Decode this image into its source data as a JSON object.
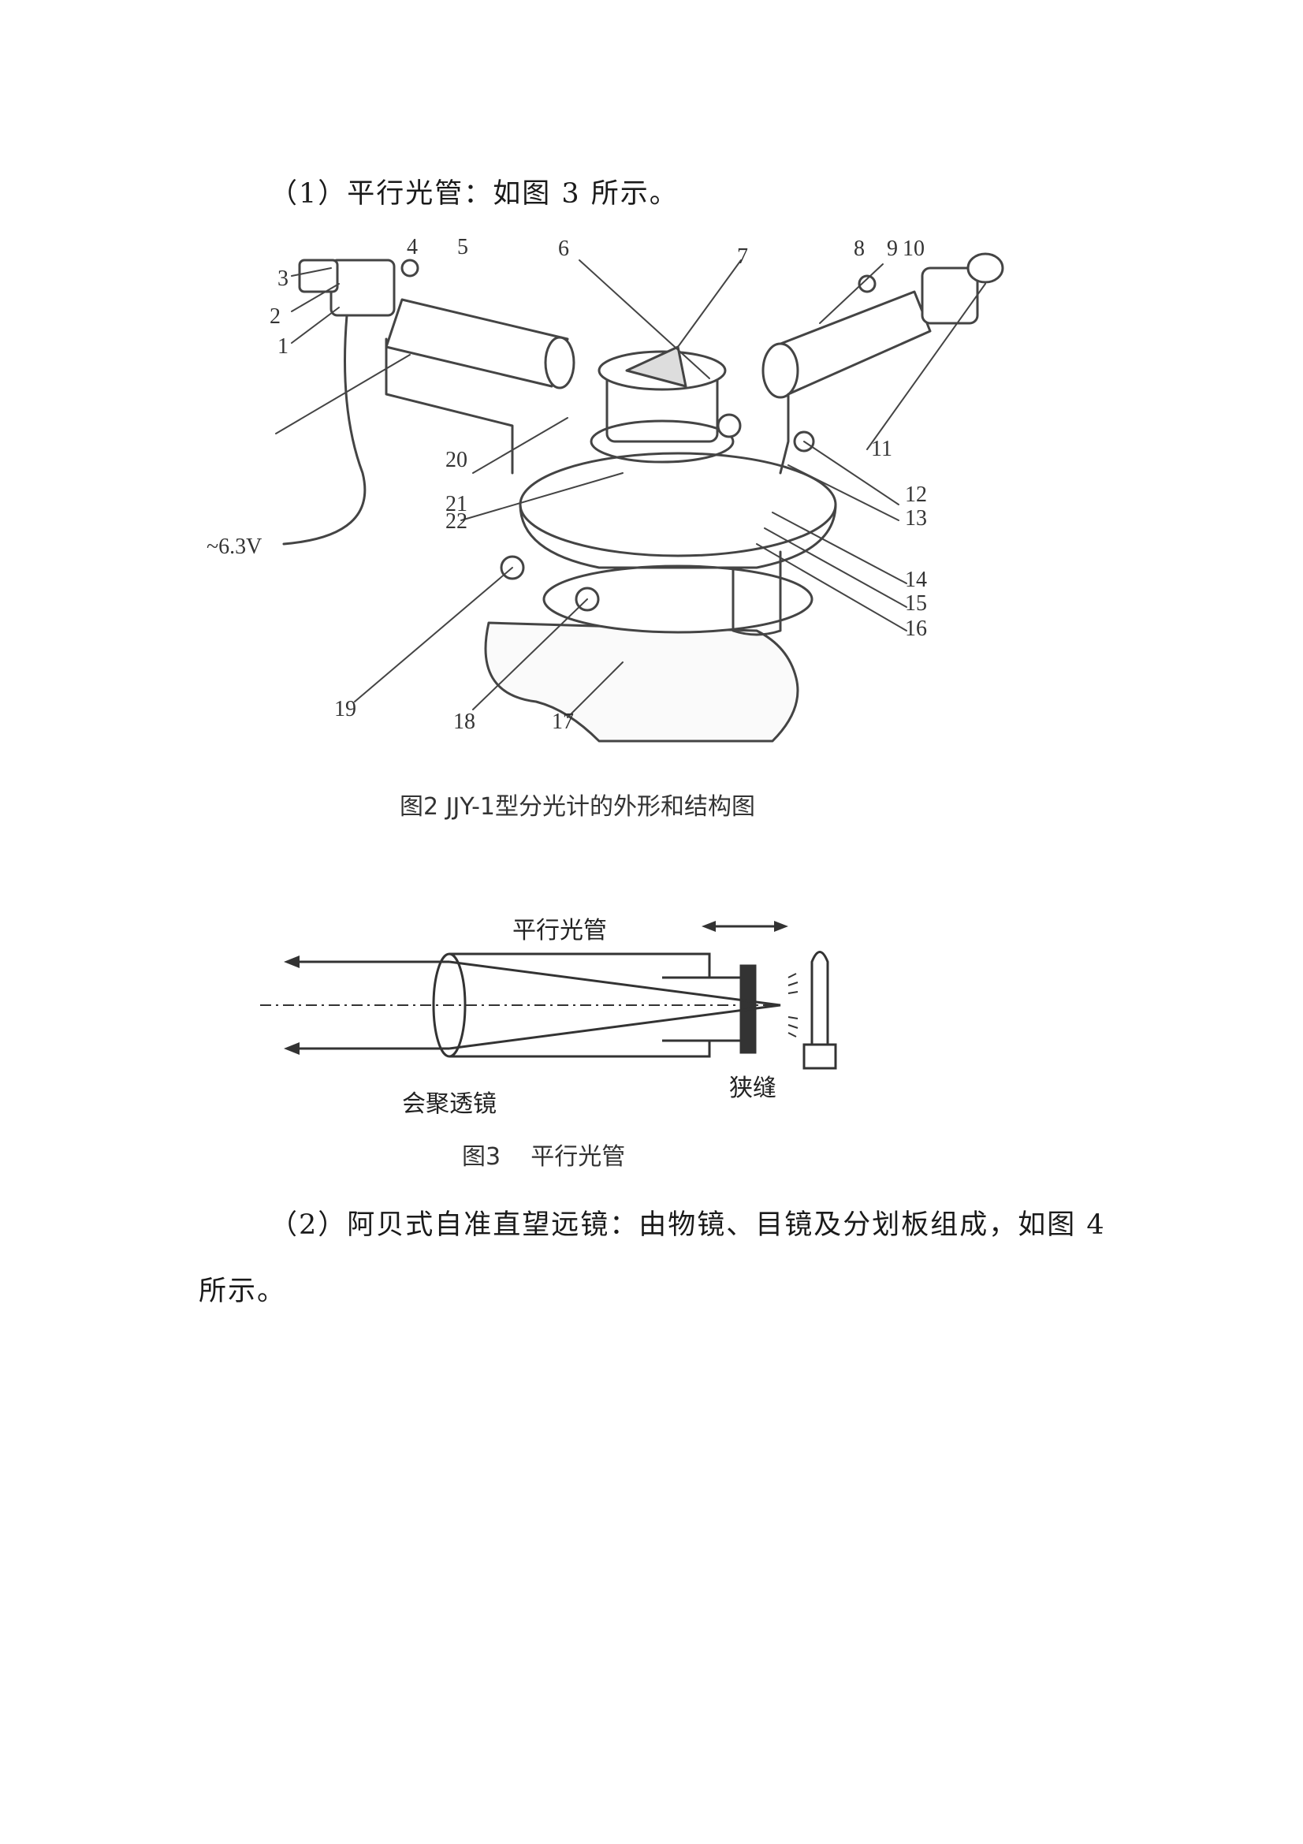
{
  "paragraphs": {
    "p1": "（1）平行光管：如图 3 所示。",
    "p2_line1": "（2）阿贝式自准直望远镜：由物镜、目镜及分划板组成，如图 4",
    "p2_line2": "所示。"
  },
  "figure2": {
    "caption": "图2 JJY-1型分光计的外形和结构图",
    "voltage_label": "~6.3V",
    "part_numbers": [
      "1",
      "2",
      "3",
      "4",
      "5",
      "6",
      "7",
      "8",
      "9",
      "10",
      "11",
      "12",
      "13",
      "14",
      "15",
      "16",
      "17",
      "18",
      "19",
      "20",
      "21",
      "22"
    ]
  },
  "figure3": {
    "caption": "图3    平行光管",
    "label_tube": "平行光管",
    "label_lens": "会聚透镜",
    "label_slit": "狭缝"
  }
}
